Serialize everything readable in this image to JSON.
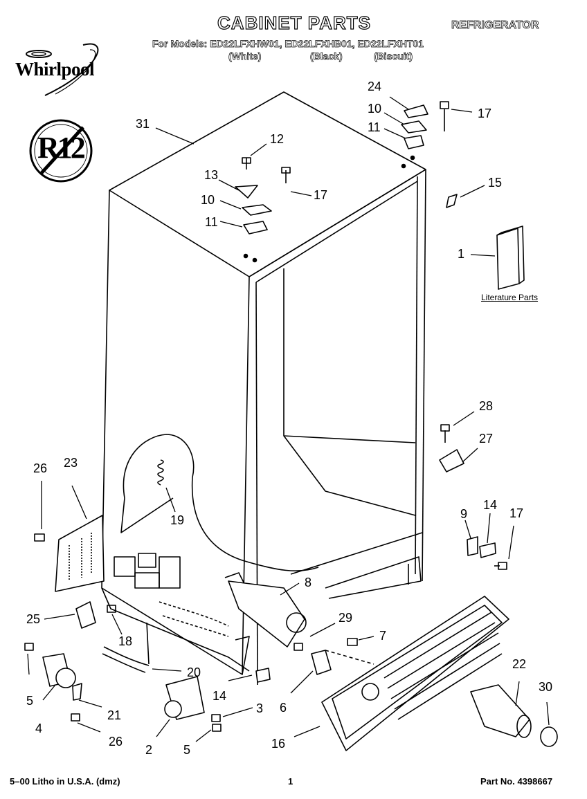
{
  "header": {
    "title": "CABINET PARTS",
    "category": "REFRIGERATOR",
    "models_line": "For Models: ED22LFXHW01, ED22LFXHB01, ED22LFXHT01",
    "variants": [
      "(White)",
      "(Black)",
      "(Biscuit)"
    ],
    "brand": "Whirlpool",
    "refrigerant_badge": "R12"
  },
  "literature_label": "Literature Parts",
  "callouts": [
    "31",
    "24",
    "10",
    "11",
    "17",
    "12",
    "13",
    "17",
    "10",
    "11",
    "15",
    "1",
    "28",
    "27",
    "26",
    "23",
    "19",
    "9",
    "14",
    "17",
    "8",
    "29",
    "7",
    "25",
    "18",
    "5",
    "4",
    "20",
    "21",
    "26",
    "14",
    "3",
    "6",
    "2",
    "5",
    "22",
    "30",
    "16"
  ],
  "footer": {
    "left": "5–00 Litho in U.S.A. (dmz)",
    "center": "1",
    "right": "Part No. 4398667"
  }
}
